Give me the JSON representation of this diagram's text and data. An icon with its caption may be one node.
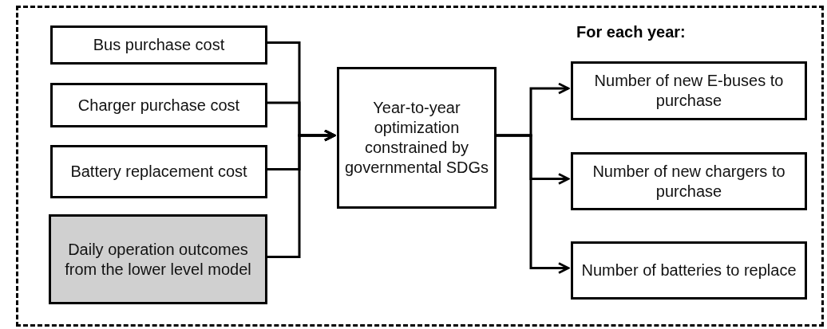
{
  "diagram": {
    "nodes": [
      {
        "text": [],
        "shape": "box"
      },
      {
        "text": [
          "Bus purchase cost"
        ],
        "in": 0
      },
      {
        "text": [
          "Charger purchase cost"
        ],
        "in": 0
      },
      {
        "text": [
          "Battery replacement cost"
        ],
        "in": 0
      },
      {
        "text": [
          "Daily operation outcomes from the lower level model"
        ],
        "in": 0
      },
      {
        "text": [
          "Year-to-year optimization constrained by governmental SDGs"
        ],
        "in": 0
      },
      {
        "text": [
          "Number of new E-buses to purchase"
        ],
        "in": 0
      },
      {
        "text": [
          "Number of new chargers to purchase"
        ],
        "in": 0
      },
      {
        "text": [
          "Number of batteries to replace"
        ],
        "in": 0
      }
    ],
    "edges": [
      {
        "from": 1,
        "to": 5,
        "arrow": "to"
      },
      {
        "from": 2,
        "to": 5,
        "arrow": "to"
      },
      {
        "from": 3,
        "to": 5,
        "arrow": "to"
      },
      {
        "from": 4,
        "to": 5,
        "arrow": "to"
      },
      {
        "from": 5,
        "to": 6,
        "arrow": "to"
      },
      {
        "from": 5,
        "to": 7,
        "arrow": "to"
      },
      {
        "from": 5,
        "to": 8,
        "arrow": "to"
      }
    ],
    "labels": [
      "For each year:"
    ]
  }
}
